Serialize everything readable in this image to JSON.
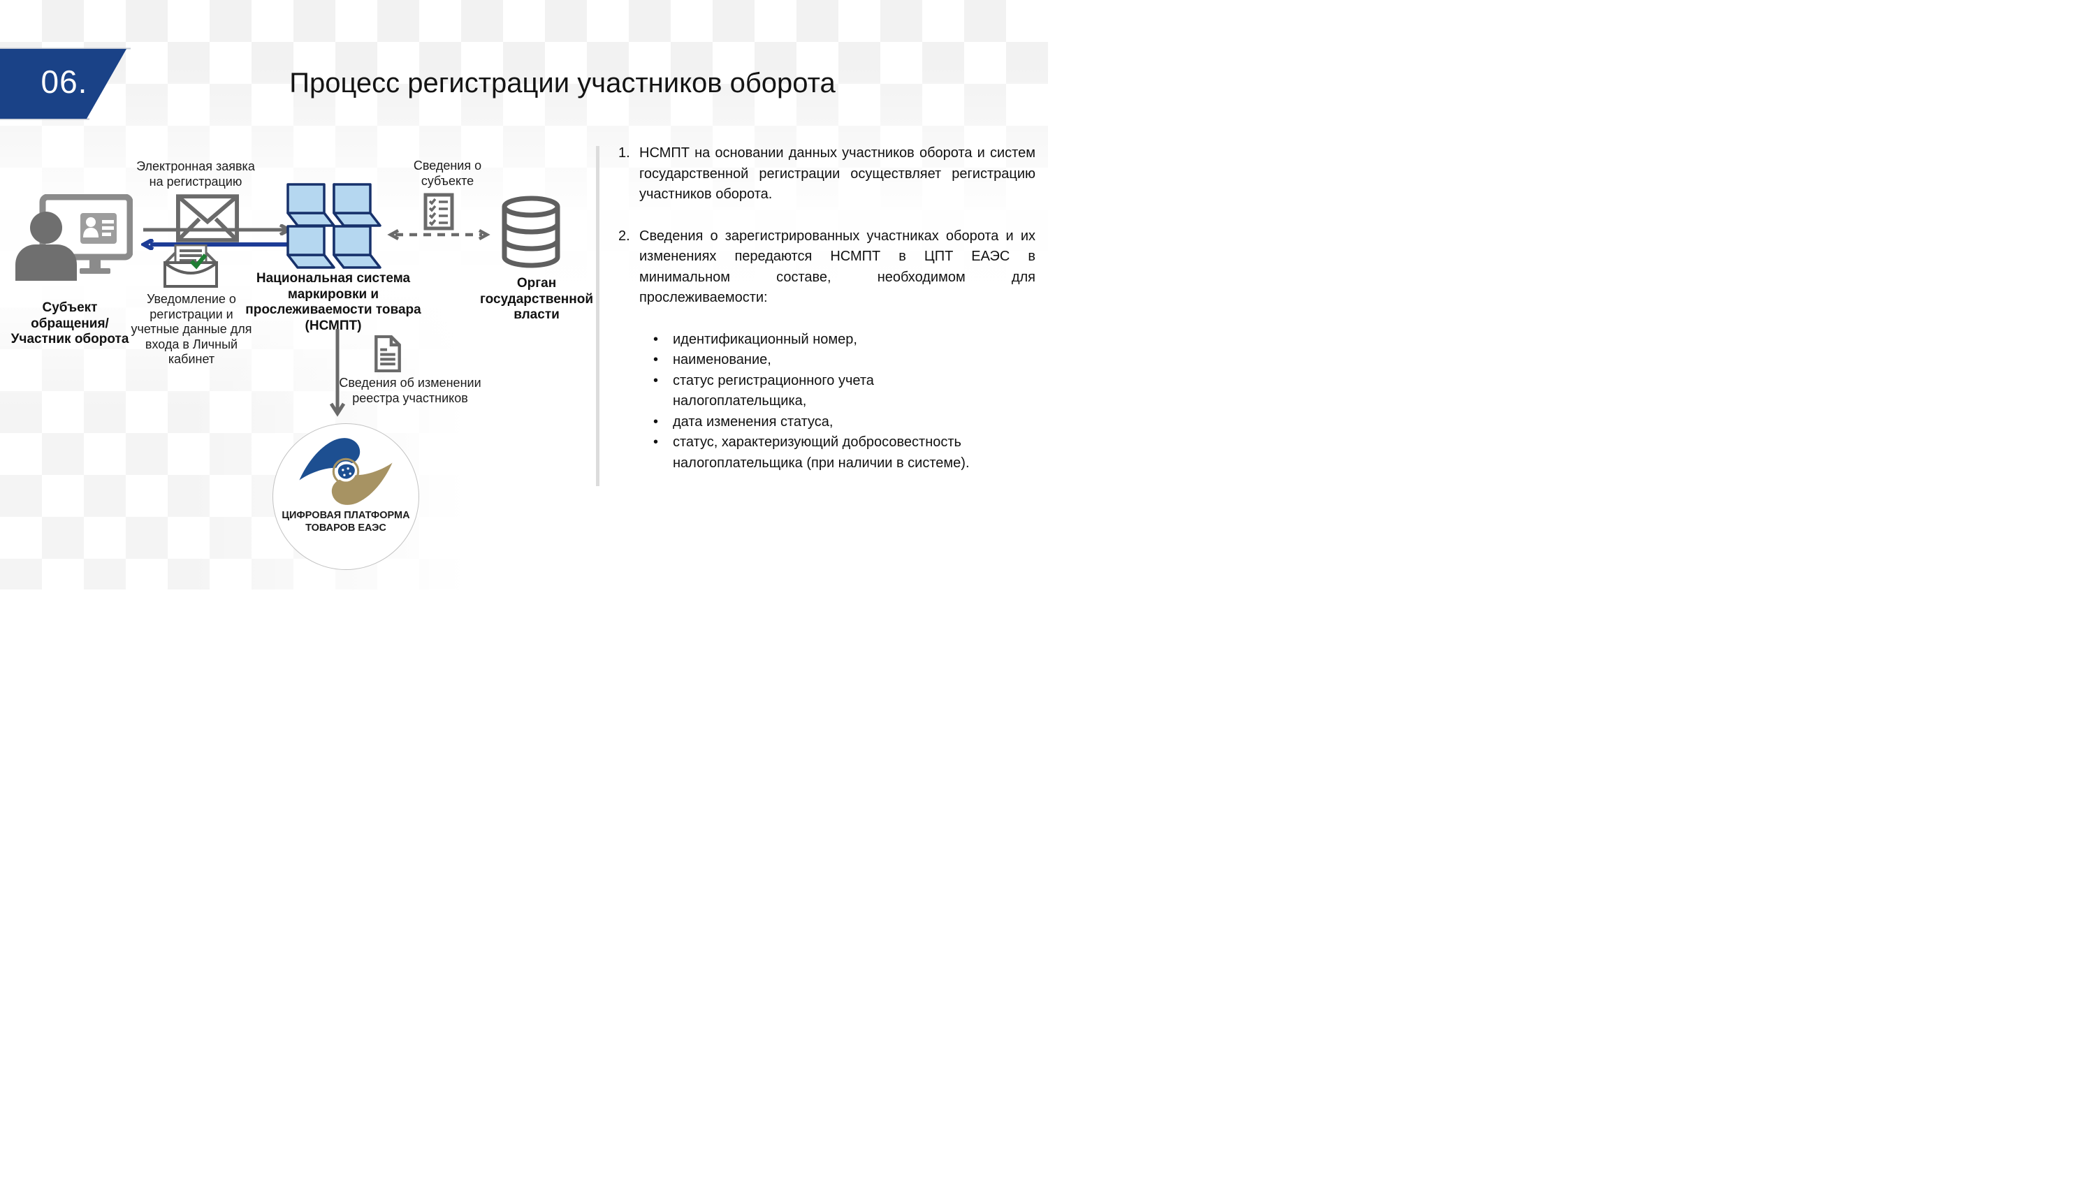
{
  "slide": {
    "number_label": "06.",
    "title": "Процесс регистрации участников оборота"
  },
  "diagram": {
    "subject_label": "Субъект обращения/\nУчастник оборота",
    "request_arrow_label": "Электронная заявка\nна регистрацию",
    "notification_label": "Уведомление о регистрации и учетные данные для входа в Личный кабинет",
    "nsmpt_label": "Национальная система\nмаркировки и\nпрослеживаемости товара\n(НСМПТ)",
    "subject_info_label": "Сведения о\nсубъекте",
    "gov_authority_label": "Орган\nгосударственной\nвласти",
    "registry_change_label": "Сведения об изменении\nреестра участников",
    "eaeu_platform_label": "ЦИФРОВАЯ ПЛАТФОРМА\nТОВАРОВ ЕАЭС"
  },
  "panel": {
    "items": [
      {
        "number": "1.",
        "text": "НСМПТ на основании данных участников оборота и систем государственной регистрации осуществляет регистрацию участников оборота."
      },
      {
        "number": "2.",
        "text": "Сведения о зарегистрированных участниках оборота и их изменениях передаются НСМПТ в ЦПТ ЕАЭС в минимальном составе, необходимом для прослеживаемости:"
      }
    ],
    "bullets": [
      "идентификационный номер,",
      "наименование,",
      "статус регистрационного учета налогоплательщика,",
      "дата изменения статуса,",
      "статус, характеризующий добросовестность налогоплательщика (при наличии в системе)."
    ]
  },
  "icons": {
    "subject": "person-at-computer-icon",
    "request": "envelope-closed-icon",
    "notification": "envelope-open-check-icon",
    "nsmpt": "cubes-icon",
    "subject_info": "checklist-icon",
    "gov_authority": "database-icon",
    "registry_change": "document-icon",
    "eaeu": "eaeu-emblem-icon"
  },
  "colors": {
    "banner_navy": "#1a4287",
    "arrow_blue": "#1d3c96",
    "icon_gray": "#6a6a6a",
    "cube_fill": "#b5d7f0",
    "cube_stroke": "#17316b",
    "eaeu_blue": "#1d4f91",
    "eaeu_gold": "#a79363",
    "check_green": "#1e7e34",
    "divider_gray": "#dcdcdc"
  }
}
